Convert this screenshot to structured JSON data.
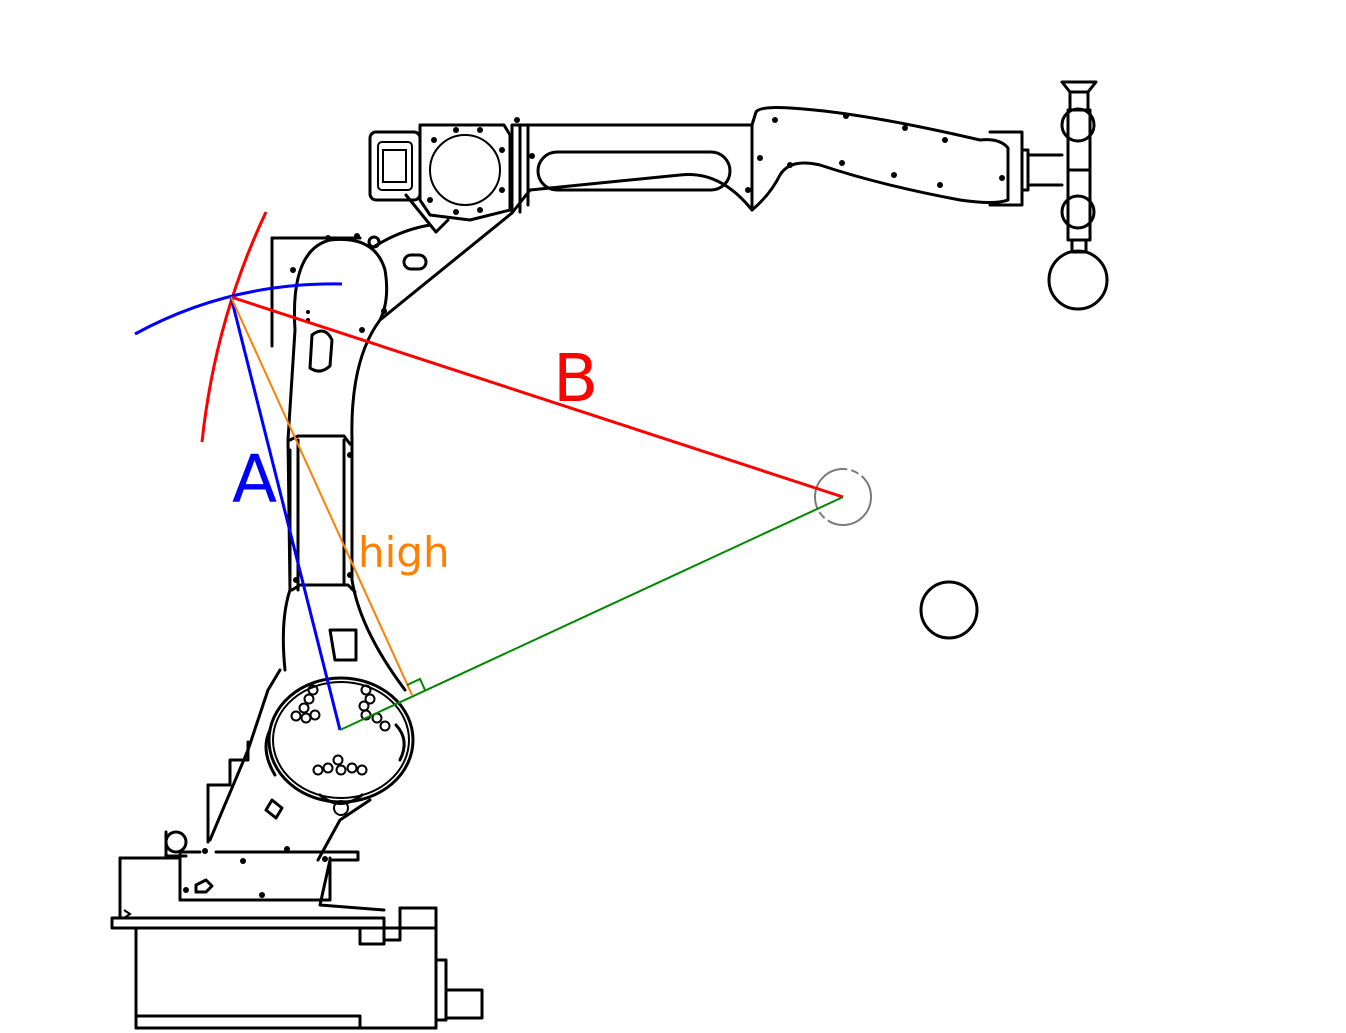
{
  "labels": {
    "a": "A",
    "b": "B",
    "high": "high"
  },
  "colors": {
    "a": "#0000ff",
    "b": "#ff0000",
    "high": "#ff8000",
    "perpendicular": "#008800",
    "target": "#7a7a7a",
    "outline": "#000000"
  }
}
